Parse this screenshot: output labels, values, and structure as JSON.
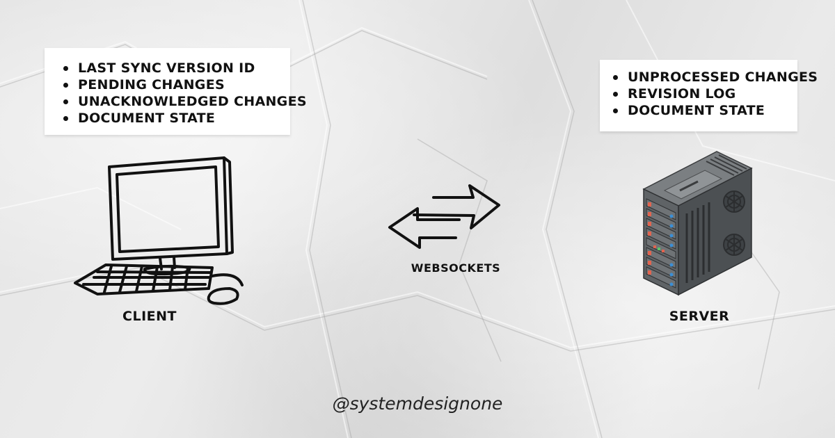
{
  "client": {
    "items": [
      "LAST SYNC VERSION ID",
      "PENDING CHANGES",
      "UNACKNOWLEDGED CHANGES",
      "DOCUMENT STATE"
    ],
    "label": "CLIENT",
    "icon": "computer-icon"
  },
  "server": {
    "items": [
      "UNPROCESSED CHANGES",
      "REVISION LOG",
      "DOCUMENT STATE"
    ],
    "label": "SERVER",
    "icon": "server-tower-icon"
  },
  "connection": {
    "label": "WEBSOCKETS",
    "icon": "bidirectional-arrows-icon"
  },
  "watermark": "@systemdesignone",
  "colors": {
    "background": "#e6e6e6",
    "card": "#ffffff",
    "ink": "#111111",
    "server_body": "#5f6366",
    "server_led_red": "#e2644f",
    "server_led_blue": "#3b8fd6"
  }
}
